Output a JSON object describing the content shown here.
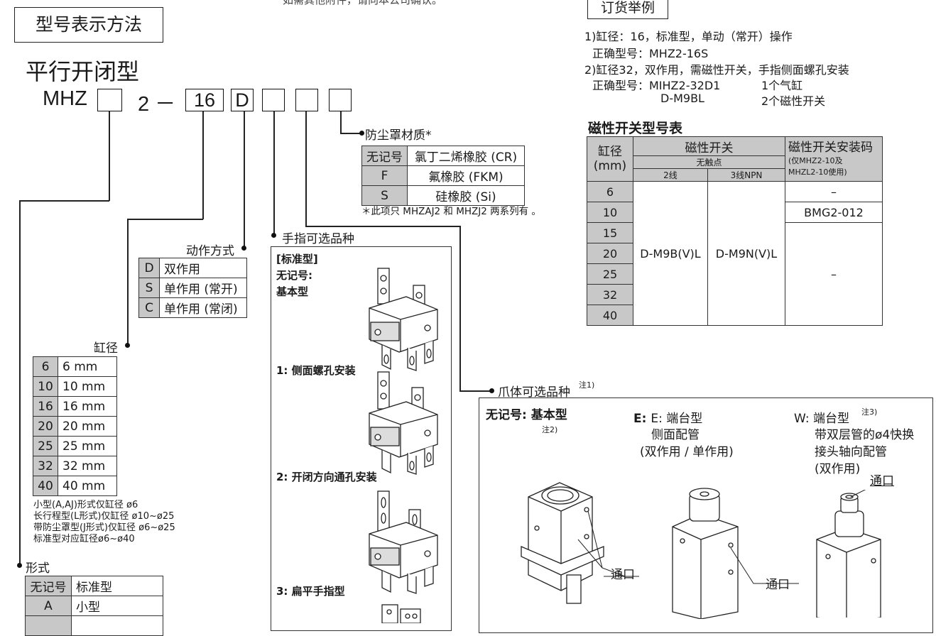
{
  "top_note": "如需其他附件，请向本公司确认。",
  "section_title": "型号表示方法",
  "type_title": "平行开闭型",
  "model_code": {
    "prefix": "MHZ",
    "dash_part": "2 －",
    "bore": "16",
    "action": "D"
  },
  "dust_cover": {
    "label": "防尘罩材质*",
    "rows": [
      [
        "无记号",
        "氯丁二烯橡胶 (CR)"
      ],
      [
        "F",
        "氟橡胶 (FKM)"
      ],
      [
        "S",
        "硅橡胶 (Si)"
      ]
    ],
    "note": "＊此项只 MHZAJ2 和 MHZJ2 两系列有 。"
  },
  "action_type": {
    "label": "动作方式",
    "rows": [
      [
        "D",
        "双作用"
      ],
      [
        "S",
        "单作用 (常开)"
      ],
      [
        "C",
        "单作用 (常闭)"
      ]
    ]
  },
  "bore": {
    "label": "缸径",
    "rows": [
      [
        "6",
        "6 mm"
      ],
      [
        "10",
        "10 mm"
      ],
      [
        "16",
        "16 mm"
      ],
      [
        "20",
        "20 mm"
      ],
      [
        "25",
        "25 mm"
      ],
      [
        "32",
        "32 mm"
      ],
      [
        "40",
        "40 mm"
      ]
    ],
    "notes": [
      "小型(A,AJ)形式仅缸径 ø6",
      "长行程型(L形式)仅缸径 ø10~ø25",
      "带防尘罩型(J形式)仅缸径 ø6~ø25",
      "标准型对应缸径ø6~ø40"
    ]
  },
  "form": {
    "label": "形式",
    "rows": [
      [
        "无记号",
        "标准型"
      ],
      [
        "A",
        "小型"
      ]
    ]
  },
  "finger_options": {
    "label": "手指可选品种",
    "standard_header": "[标准型]",
    "none": "无记号:",
    "basic": "基本型",
    "opt1": "1: 侧面螺孔安装",
    "opt2": "2: 开闭方向通孔安装",
    "opt3": "3: 扁平手指型"
  },
  "body_options": {
    "label": "爪体可选品种",
    "label_note": "注1)",
    "basic": "无记号: 基本型",
    "basic_note": "注2)",
    "e_title": "E: 端台型",
    "e_line2": "侧面配管",
    "e_line3": "(双作用 / 单作用)",
    "w_title": "W: 端台型",
    "w_note": "注3)",
    "w_line2": "带双层管的ø4快换",
    "w_line3": "接头轴向配管",
    "w_line4": "(双作用)",
    "port": "通口"
  },
  "order_example": {
    "title": "订货举例",
    "lines": [
      "1)缸径：16，标准型，单动（常开）操作",
      "正确型号：MHZ2-16S",
      "2)缸径32，双作用，需磁性开关，手指侧面螺孔安装",
      "正确型号：MIHZ2-32D1",
      "D-M9BL"
    ],
    "qty1": "1个气缸",
    "qty2": "2个磁性开关"
  },
  "switch_table": {
    "title": "磁性开关型号表",
    "h_bore": "缸径",
    "h_bore_unit": "(mm)",
    "h_switch": "磁性开关",
    "h_contactless": "无触点",
    "h_2wire": "2线",
    "h_3wire": "3线NPN",
    "h_mount": "磁性开关安装码",
    "h_mount_note1": "(仅MHZ2-10及",
    "h_mount_note2": "MHZL2-10使用)",
    "bores": [
      "6",
      "10",
      "15",
      "20",
      "25",
      "32",
      "40"
    ],
    "sw2": "D-M9B(V)L",
    "sw3": "D-M9N(V)L",
    "mount_6": "–",
    "mount_10": "BMG2-012",
    "mount_rest": "–"
  }
}
